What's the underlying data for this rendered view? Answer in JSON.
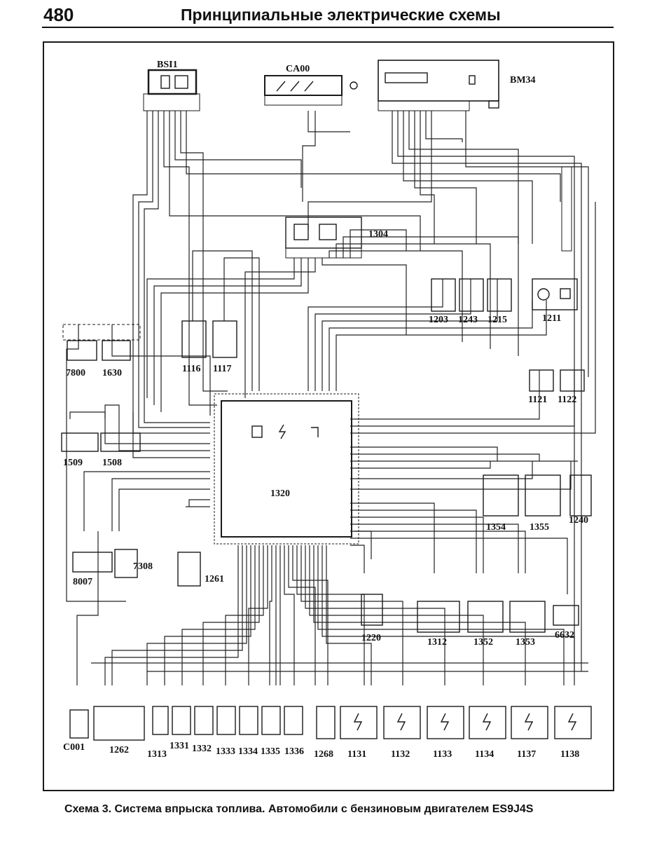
{
  "header": {
    "page_number": "480",
    "title": "Принципиальные электрические схемы"
  },
  "caption": "Схема 3. Система впрыска топлива. Автомобили с бензиновым двигателем ES9J4S",
  "components": {
    "bsi1": "BSI1",
    "ca00": "CA00",
    "bm34": "BM34",
    "c1304": "1304",
    "c1203": "1203",
    "c1243": "1243",
    "c1215": "1215",
    "c1211": "1211",
    "c1116": "1116",
    "c1117": "1117",
    "c7800": "7800",
    "c1630": "1630",
    "c1121": "1121",
    "c1122": "1122",
    "c1509": "1509",
    "c1508": "1508",
    "c1320": "1320",
    "c1354": "1354",
    "c1355": "1355",
    "c1240": "1240",
    "c8007": "8007",
    "c7308": "7308",
    "c1261": "1261",
    "c1220": "1220",
    "c1312": "1312",
    "c1352": "1352",
    "c1353": "1353",
    "c6632": "6632",
    "c001": "C001",
    "c1262": "1262",
    "c1313": "1313",
    "c1331": "1331",
    "c1332": "1332",
    "c1333": "1333",
    "c1334": "1334",
    "c1335": "1335",
    "c1336": "1336",
    "c1268": "1268",
    "c1131": "1131",
    "c1132": "1132",
    "c1133": "1133",
    "c1134": "1134",
    "c1137": "1137",
    "c1138": "1138"
  },
  "colors": {
    "ink": "#1a1a1a",
    "paper": "#ffffff"
  }
}
